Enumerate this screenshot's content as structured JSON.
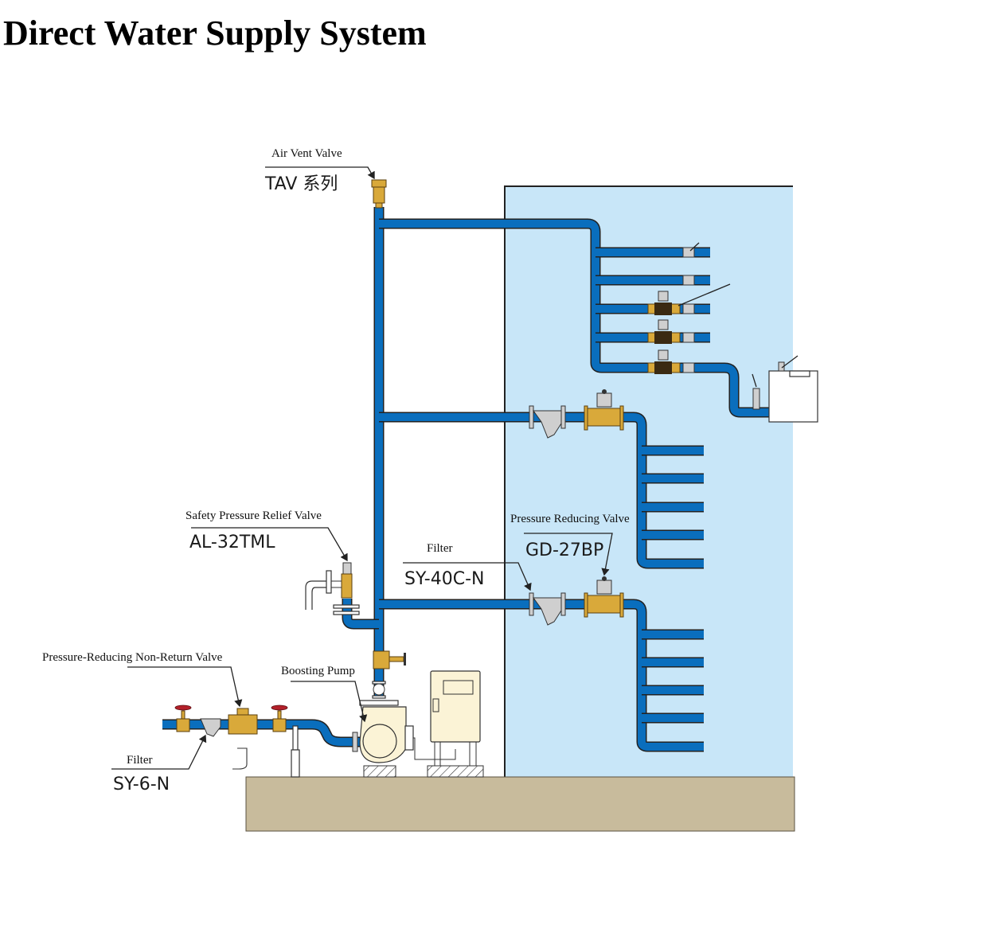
{
  "title": "Direct Water Supply System",
  "colors": {
    "pipe": "#0a6ebd",
    "building_fill": "#c8e6f8",
    "ground": "#c8bb9c",
    "brass": "#d9a93a",
    "handwheel": "#b3202a",
    "cabinet": "#fbf3d6",
    "pump": "#fbf3d6"
  },
  "components": {
    "air_vent_valve": {
      "label": "Air Vent Valve",
      "model": "TAV 系列"
    },
    "safety_relief_valve": {
      "label": "Safety Pressure Relief Valve",
      "model": "AL-32TML"
    },
    "filter_main": {
      "label": "Filter",
      "model": "SY-40C-N"
    },
    "pressure_reducing_valve": {
      "label": "Pressure Reducing Valve",
      "model": "GD-27BP"
    },
    "non_return_valve": {
      "label": "Pressure-Reducing Non-Return Valve"
    },
    "boosting_pump": {
      "label": "Boosting Pump"
    },
    "filter_inlet": {
      "label": "Filter",
      "model": "SY-6-N"
    }
  }
}
